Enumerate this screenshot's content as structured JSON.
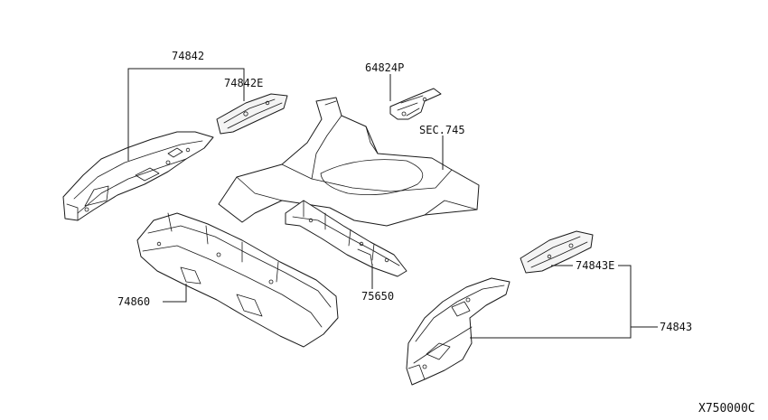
{
  "callouts": {
    "p74842": "74842",
    "p74842e": "74842E",
    "p64824p": "64824P",
    "sec745": "SEC.745",
    "p74860": "74860",
    "p75650": "75650",
    "p74843e": "74843E",
    "p74843": "74843"
  },
  "diagram_code": "X750000C",
  "colors": {
    "line": "#1a1a1a",
    "background": "#ffffff"
  }
}
